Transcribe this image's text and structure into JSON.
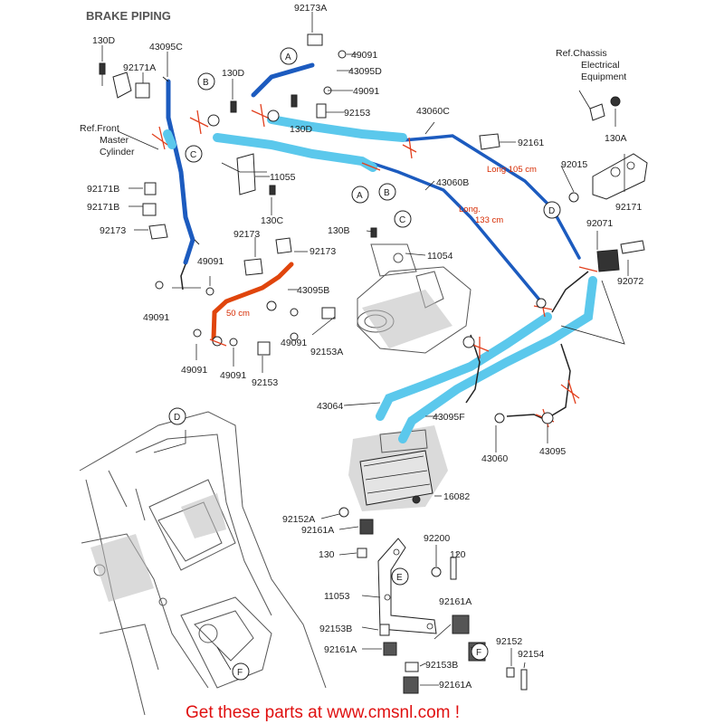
{
  "title": "BRAKE PIPING",
  "banner": "Get these parts at www.cmsnl.com !",
  "colors": {
    "cyan_pipe": "#5bc8ec",
    "blue_pipe": "#1c5bbf",
    "red_hose": "#e0450c",
    "mark_red": "#e2401e",
    "banner_red": "#e01010",
    "line": "#222222"
  },
  "annotations": {
    "long105": "Long  105 cm",
    "long133": "Long.",
    "long133b": "133 cm",
    "cm50": "50 cm"
  },
  "refs": {
    "front_master_1": "Ref.Front",
    "front_master_2": "Master",
    "front_master_3": "Cylinder",
    "chassis_1": "Ref.Chassis",
    "chassis_2": "Electrical",
    "chassis_3": "Equipment"
  },
  "circle_letters": [
    "A",
    "B",
    "C",
    "D",
    "E",
    "F"
  ],
  "part_labels": {
    "p92173A": "92173A",
    "p130D_a": "130D",
    "p43095C": "43095C",
    "p92171A": "92171A",
    "p130D_b": "130D",
    "p49091_a": "49091",
    "p43095D": "43095D",
    "p49091_b": "49091",
    "p92153_a": "92153",
    "p43060C": "43060C",
    "p130D_c": "130D",
    "p92161": "92161",
    "p11055": "11055",
    "p92171B": "92171B",
    "p92171": "92171B",
    "p92173": "92173",
    "p130C": "130C",
    "p43060B": "43060B",
    "p92015": "92015",
    "p92171_r": "92171",
    "p130A": "130A",
    "p92071": "92071",
    "p92072": "92072",
    "p130B": "130B",
    "p11054": "11054",
    "p92173_b": "92173",
    "p92173_c": "92173",
    "p49091_c": "49091",
    "p49091_d": "49091",
    "p43095B": "43095B",
    "p49091_e": "49091",
    "p92153A": "92153A",
    "p49091_f": "49091",
    "p49091_g": "49091",
    "p92153_b": "92153",
    "p43064": "43064",
    "p43095F": "43095F",
    "p43060": "43060",
    "p43095": "43095",
    "p16082": "16082",
    "p92152A": "92152A",
    "p92161A_a": "92161A",
    "p92200": "92200",
    "p130": "130",
    "p120": "120",
    "p11053": "11053",
    "p92161A_b": "92161A",
    "p92153B_a": "92153B",
    "p92161A_c": "92161A",
    "p92153B_b": "92153B",
    "p92161A_d": "92161A",
    "p92152": "92152",
    "p92154": "92154"
  }
}
